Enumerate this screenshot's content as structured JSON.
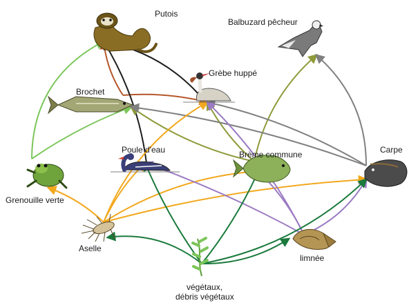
{
  "colors": {
    "orange": "#f2a81d",
    "green": "#1a7a3c",
    "purple": "#9b7bc4",
    "olive": "#8f9a3a",
    "gray": "#808080",
    "black": "#1c1c1c",
    "rust": "#b5562a",
    "lightgreen": "#7cc65a"
  },
  "nodes": {
    "putois": "Putois",
    "balbuzard": "Balbuzard pêcheur",
    "grebe": "Grèbe huppé",
    "brochet": "Brochet",
    "poule": "Poule d'eau",
    "breme": "Brème commune",
    "carpe": "Carpe",
    "grenouille": "Grenouille verte",
    "aselle": "Aselle",
    "limnee": "limnée",
    "vegetaux_1": "végétaux,",
    "vegetaux_2": "débris végétaux"
  },
  "icons": {
    "putois": "polecat-icon",
    "balbuzard": "osprey-icon",
    "grebe": "grebe-icon",
    "brochet": "pike-icon",
    "poule": "moorhen-icon",
    "breme": "bream-icon",
    "carpe": "carp-icon",
    "grenouille": "frog-icon",
    "aselle": "isopod-icon",
    "limnee": "pond-snail-icon",
    "vegetaux": "plant-icon"
  },
  "edges": [
    {
      "from": "grenouille",
      "to": "putois",
      "color": "lightgreen"
    },
    {
      "from": "grenouille",
      "to": "brochet",
      "color": "lightgreen"
    },
    {
      "from": "brochet",
      "to": "putois",
      "color": "rust"
    },
    {
      "from": "brochet",
      "to": "grebe",
      "color": "rust"
    },
    {
      "from": "grebe",
      "to": "putois",
      "color": "black"
    },
    {
      "from": "poule",
      "to": "putois",
      "color": "black"
    },
    {
      "from": "breme",
      "to": "brochet",
      "color": "olive"
    },
    {
      "from": "breme",
      "to": "grebe",
      "color": "olive"
    },
    {
      "from": "breme",
      "to": "balbuzard",
      "color": "olive"
    },
    {
      "from": "carpe",
      "to": "balbuzard",
      "color": "gray"
    },
    {
      "from": "carpe",
      "to": "grebe",
      "color": "gray"
    },
    {
      "from": "carpe",
      "to": "brochet",
      "color": "gray"
    },
    {
      "from": "aselle",
      "to": "grenouille",
      "color": "orange"
    },
    {
      "from": "aselle",
      "to": "poule",
      "color": "orange"
    },
    {
      "from": "aselle",
      "to": "grebe",
      "color": "orange"
    },
    {
      "from": "aselle",
      "to": "breme",
      "color": "orange"
    },
    {
      "from": "aselle",
      "to": "carpe",
      "color": "orange"
    },
    {
      "from": "limnee",
      "to": "poule",
      "color": "purple"
    },
    {
      "from": "limnee",
      "to": "grebe",
      "color": "purple"
    },
    {
      "from": "limnee",
      "to": "breme",
      "color": "purple"
    },
    {
      "from": "limnee",
      "to": "carpe",
      "color": "purple"
    },
    {
      "from": "vegetaux",
      "to": "aselle",
      "color": "green"
    },
    {
      "from": "vegetaux",
      "to": "poule",
      "color": "green"
    },
    {
      "from": "vegetaux",
      "to": "breme",
      "color": "green"
    },
    {
      "from": "vegetaux",
      "to": "limnee",
      "color": "green"
    },
    {
      "from": "vegetaux",
      "to": "carpe",
      "color": "green"
    }
  ]
}
